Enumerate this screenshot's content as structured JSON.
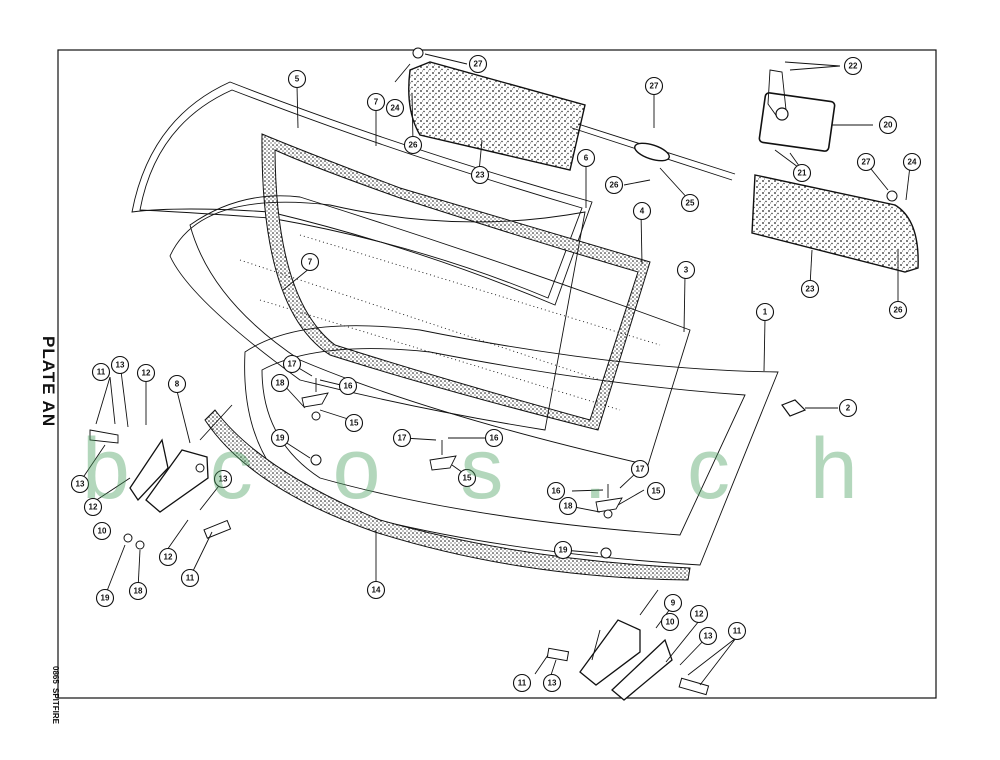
{
  "plate": {
    "title": "PLATE AN",
    "code": "0865",
    "model": "SPITFIRE"
  },
  "watermark": "b c o s . c h",
  "callouts": [
    {
      "n": "1"
    },
    {
      "n": "2"
    },
    {
      "n": "3"
    },
    {
      "n": "4"
    },
    {
      "n": "5"
    },
    {
      "n": "6"
    },
    {
      "n": "7"
    },
    {
      "n": "7"
    },
    {
      "n": "8"
    },
    {
      "n": "9"
    },
    {
      "n": "10"
    },
    {
      "n": "10"
    },
    {
      "n": "11"
    },
    {
      "n": "11"
    },
    {
      "n": "11"
    },
    {
      "n": "11"
    },
    {
      "n": "12"
    },
    {
      "n": "12"
    },
    {
      "n": "12"
    },
    {
      "n": "12"
    },
    {
      "n": "13"
    },
    {
      "n": "13"
    },
    {
      "n": "13"
    },
    {
      "n": "13"
    },
    {
      "n": "13"
    },
    {
      "n": "14"
    },
    {
      "n": "15"
    },
    {
      "n": "15"
    },
    {
      "n": "15"
    },
    {
      "n": "16"
    },
    {
      "n": "16"
    },
    {
      "n": "16"
    },
    {
      "n": "17"
    },
    {
      "n": "17"
    },
    {
      "n": "17"
    },
    {
      "n": "18"
    },
    {
      "n": "18"
    },
    {
      "n": "18"
    },
    {
      "n": "19"
    },
    {
      "n": "19"
    },
    {
      "n": "19"
    },
    {
      "n": "20"
    },
    {
      "n": "21"
    },
    {
      "n": "22"
    },
    {
      "n": "23"
    },
    {
      "n": "23"
    },
    {
      "n": "24"
    },
    {
      "n": "24"
    },
    {
      "n": "25"
    },
    {
      "n": "26"
    },
    {
      "n": "26"
    },
    {
      "n": "26"
    },
    {
      "n": "27"
    },
    {
      "n": "27"
    },
    {
      "n": "27"
    }
  ]
}
